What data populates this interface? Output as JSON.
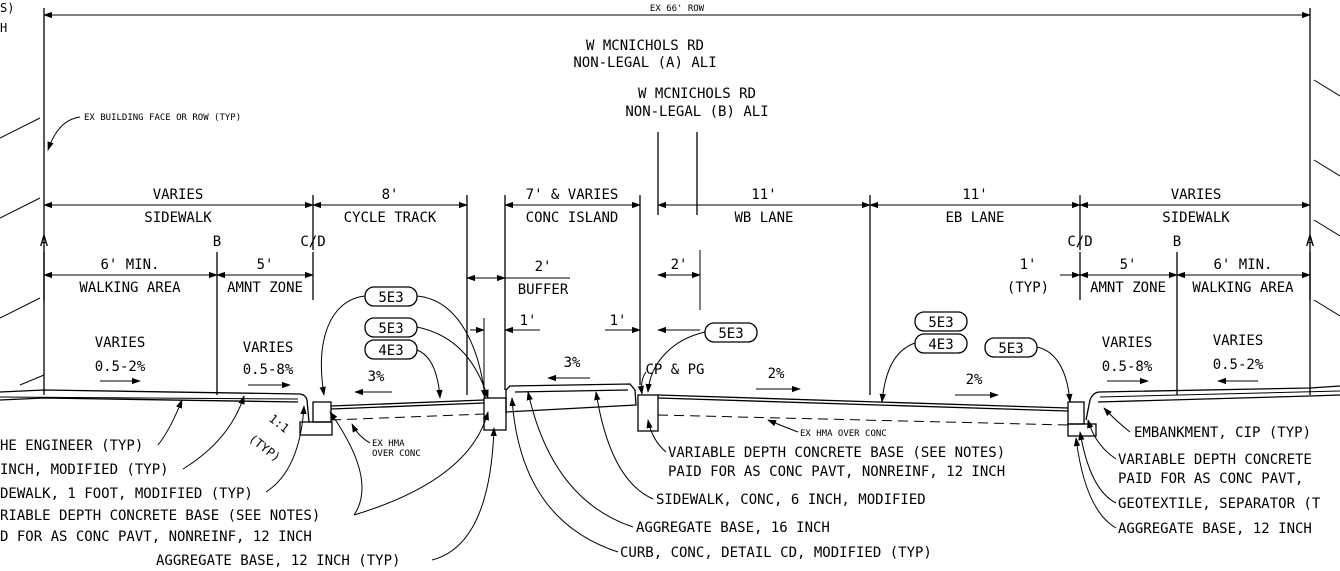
{
  "top_left": {
    "line1": "S)",
    "line2": "H"
  },
  "row_label": "EX 66' ROW",
  "title_a": {
    "line1": "W MCNICHOLS RD",
    "line2": "NON-LEGAL (A) ALI"
  },
  "title_b": {
    "line1": "W MCNICHOLS RD",
    "line2": "NON-LEGAL (B) ALI"
  },
  "building_face": "EX BUILDING FACE OR ROW (TYP)",
  "zones": {
    "left_sidewalk": {
      "width": "VARIES",
      "name": "SIDEWALK"
    },
    "cycle_track": {
      "width": "8'",
      "name": "CYCLE TRACK"
    },
    "conc_island": {
      "width": "7' & VARIES",
      "name": "CONC ISLAND"
    },
    "wb_lane": {
      "width": "11'",
      "name": "WB LANE"
    },
    "eb_lane": {
      "width": "11'",
      "name": "EB LANE"
    },
    "right_sidewalk": {
      "width": "VARIES",
      "name": "SIDEWALK"
    }
  },
  "points": {
    "a": "A",
    "b": "B",
    "cd": "C/D"
  },
  "sub": {
    "walk_width": "6' MIN.",
    "walk_name": "WALKING AREA",
    "amnt_width": "5'",
    "amnt_name": "AMNT ZONE",
    "buffer_width": "2'",
    "buffer_name": "BUFFER",
    "one_ft": "1'",
    "two_ft": "2'",
    "right_one": "1'",
    "typ": "(TYP)"
  },
  "slopes": {
    "varies": "VARIES",
    "walk": "0.5-2%",
    "amnt": "0.5-8%",
    "cycle": "3%",
    "island": "3%",
    "wb": "2%",
    "eb": "2%"
  },
  "badges": {
    "b5e3": "5E3",
    "b4e3": "4E3"
  },
  "cp_pg": "CP & PG",
  "one_to_one": {
    "ratio": "1:1",
    "typ": "(TYP)"
  },
  "hma": {
    "left1": "EX HMA",
    "left2": "OVER CONC",
    "center": "EX HMA OVER CONC"
  },
  "callouts_left": [
    "HE ENGINEER (TYP)",
    "INCH, MODIFIED (TYP)",
    "DEWALK, 1 FOOT, MODIFIED (TYP)",
    "RIABLE DEPTH CONCRETE BASE (SEE NOTES)",
    "D FOR AS CONC PAVT, NONREINF, 12 INCH",
    "AGGREGATE BASE, 12 INCH (TYP)"
  ],
  "callouts_center": [
    "VARIABLE DEPTH CONCRETE BASE (SEE NOTES)",
    "PAID FOR AS CONC PAVT, NONREINF, 12 INCH",
    "SIDEWALK, CONC, 6 INCH, MODIFIED",
    "AGGREGATE BASE, 16 INCH",
    "CURB, CONC, DETAIL CD, MODIFIED (TYP)"
  ],
  "callouts_right": [
    "EMBANKMENT, CIP (TYP)",
    "VARIABLE DEPTH CONCRETE",
    "PAID FOR AS CONC PAVT,",
    "GEOTEXTILE, SEPARATOR (T",
    "AGGREGATE BASE, 12 INCH"
  ]
}
